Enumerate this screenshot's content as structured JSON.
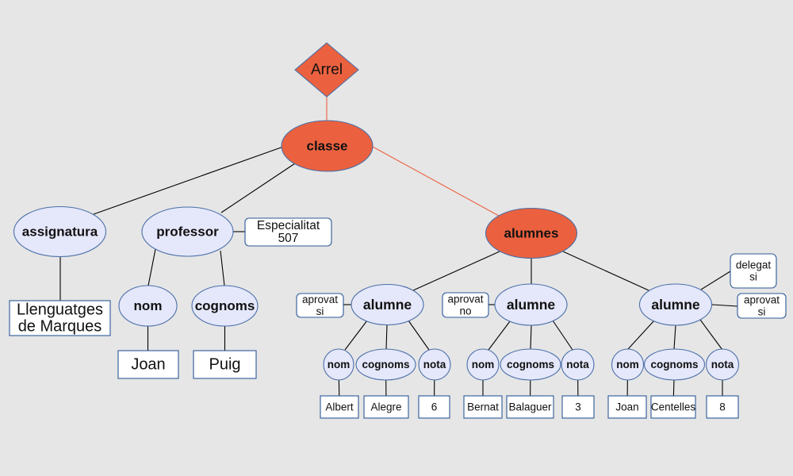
{
  "diagram": {
    "kind": "xml-tree",
    "colors": {
      "background": "#e6e6e6",
      "root_fill": "#eb613f",
      "element_fill": "#e5e7fb",
      "value_fill": "#ffffff",
      "outline": "#4a6fa8",
      "edge": "#000000",
      "root_edge": "#ec6040"
    },
    "nodes": [
      {
        "id": "arrel",
        "type": "root",
        "label": "Arrel"
      },
      {
        "id": "classe",
        "type": "element-root",
        "label": "classe"
      },
      {
        "id": "assignatura",
        "type": "element",
        "label": "assignatura"
      },
      {
        "id": "assignatura-text",
        "type": "text",
        "label": "Llenguatges de Marques",
        "lines": [
          "Llenguatges",
          "de Marques"
        ]
      },
      {
        "id": "professor",
        "type": "element",
        "label": "professor"
      },
      {
        "id": "professor-attr",
        "type": "attribute",
        "label": "Especialitat 507",
        "lines": [
          "Especialitat",
          "507"
        ]
      },
      {
        "id": "professor-nom",
        "type": "element",
        "label": "nom"
      },
      {
        "id": "professor-nom-text",
        "type": "text",
        "label": "Joan",
        "lines": [
          "Joan"
        ]
      },
      {
        "id": "professor-cognoms",
        "type": "element",
        "label": "cognoms"
      },
      {
        "id": "professor-cognoms-text",
        "type": "text",
        "label": "Puig",
        "lines": [
          "Puig"
        ]
      },
      {
        "id": "alumnes",
        "type": "element-root",
        "label": "alumnes"
      },
      {
        "id": "alumne1",
        "type": "element",
        "label": "alumne"
      },
      {
        "id": "alumne1-attr-aprovat",
        "type": "attribute",
        "label": "aprovat si",
        "lines": [
          "aprovat",
          "si"
        ]
      },
      {
        "id": "alumne1-nom",
        "type": "element",
        "label": "nom"
      },
      {
        "id": "alumne1-cognoms",
        "type": "element",
        "label": "cognoms"
      },
      {
        "id": "alumne1-nota",
        "type": "element",
        "label": "nota"
      },
      {
        "id": "alumne1-nom-text",
        "type": "text",
        "label": "Albert",
        "lines": [
          "Albert"
        ]
      },
      {
        "id": "alumne1-cognoms-text",
        "type": "text",
        "label": "Alegre",
        "lines": [
          "Alegre"
        ]
      },
      {
        "id": "alumne1-nota-text",
        "type": "text",
        "label": "6",
        "lines": [
          "6"
        ]
      },
      {
        "id": "alumne2",
        "type": "element",
        "label": "alumne"
      },
      {
        "id": "alumne2-attr-aprovat",
        "type": "attribute",
        "label": "aprovat no",
        "lines": [
          "aprovat",
          "no"
        ]
      },
      {
        "id": "alumne2-nom",
        "type": "element",
        "label": "nom"
      },
      {
        "id": "alumne2-cognoms",
        "type": "element",
        "label": "cognoms"
      },
      {
        "id": "alumne2-nota",
        "type": "element",
        "label": "nota"
      },
      {
        "id": "alumne2-nom-text",
        "type": "text",
        "label": "Bernat",
        "lines": [
          "Bernat"
        ]
      },
      {
        "id": "alumne2-cognoms-text",
        "type": "text",
        "label": "Balaguer",
        "lines": [
          "Balaguer"
        ]
      },
      {
        "id": "alumne2-nota-text",
        "type": "text",
        "label": "3",
        "lines": [
          "3"
        ]
      },
      {
        "id": "alumne3",
        "type": "element",
        "label": "alumne"
      },
      {
        "id": "alumne3-attr-delegat",
        "type": "attribute",
        "label": "delegat si",
        "lines": [
          "delegat",
          "si"
        ]
      },
      {
        "id": "alumne3-attr-aprovat",
        "type": "attribute",
        "label": "aprovat si",
        "lines": [
          "aprovat",
          "si"
        ]
      },
      {
        "id": "alumne3-nom",
        "type": "element",
        "label": "nom"
      },
      {
        "id": "alumne3-cognoms",
        "type": "element",
        "label": "cognoms"
      },
      {
        "id": "alumne3-nota",
        "type": "element",
        "label": "nota"
      },
      {
        "id": "alumne3-nom-text",
        "type": "text",
        "label": "Joan",
        "lines": [
          "Joan"
        ]
      },
      {
        "id": "alumne3-cognoms-text",
        "type": "text",
        "label": "Centelles",
        "lines": [
          "Centelles"
        ]
      },
      {
        "id": "alumne3-nota-text",
        "type": "text",
        "label": "8",
        "lines": [
          "8"
        ]
      }
    ],
    "edges": [
      {
        "from": "arrel",
        "to": "classe",
        "style": "root"
      },
      {
        "from": "classe",
        "to": "assignatura"
      },
      {
        "from": "classe",
        "to": "professor"
      },
      {
        "from": "classe",
        "to": "alumnes",
        "style": "root"
      },
      {
        "from": "assignatura",
        "to": "assignatura-text"
      },
      {
        "from": "professor",
        "to": "professor-attr"
      },
      {
        "from": "professor",
        "to": "professor-nom"
      },
      {
        "from": "professor",
        "to": "professor-cognoms"
      },
      {
        "from": "professor-nom",
        "to": "professor-nom-text"
      },
      {
        "from": "professor-cognoms",
        "to": "professor-cognoms-text"
      },
      {
        "from": "alumnes",
        "to": "alumne1"
      },
      {
        "from": "alumnes",
        "to": "alumne2"
      },
      {
        "from": "alumnes",
        "to": "alumne3"
      },
      {
        "from": "alumne1",
        "to": "alumne1-attr-aprovat"
      },
      {
        "from": "alumne1",
        "to": "alumne1-nom"
      },
      {
        "from": "alumne1",
        "to": "alumne1-cognoms"
      },
      {
        "from": "alumne1",
        "to": "alumne1-nota"
      },
      {
        "from": "alumne1-nom",
        "to": "alumne1-nom-text"
      },
      {
        "from": "alumne1-cognoms",
        "to": "alumne1-cognoms-text"
      },
      {
        "from": "alumne1-nota",
        "to": "alumne1-nota-text"
      },
      {
        "from": "alumne2",
        "to": "alumne2-attr-aprovat"
      },
      {
        "from": "alumne2",
        "to": "alumne2-nom"
      },
      {
        "from": "alumne2",
        "to": "alumne2-cognoms"
      },
      {
        "from": "alumne2",
        "to": "alumne2-nota"
      },
      {
        "from": "alumne2-nom",
        "to": "alumne2-nom-text"
      },
      {
        "from": "alumne2-cognoms",
        "to": "alumne2-cognoms-text"
      },
      {
        "from": "alumne2-nota",
        "to": "alumne2-nota-text"
      },
      {
        "from": "alumne3",
        "to": "alumne3-attr-delegat"
      },
      {
        "from": "alumne3",
        "to": "alumne3-attr-aprovat"
      },
      {
        "from": "alumne3",
        "to": "alumne3-nom"
      },
      {
        "from": "alumne3",
        "to": "alumne3-cognoms"
      },
      {
        "from": "alumne3",
        "to": "alumne3-nota"
      },
      {
        "from": "alumne3-nom",
        "to": "alumne3-nom-text"
      },
      {
        "from": "alumne3-cognoms",
        "to": "alumne3-cognoms-text"
      },
      {
        "from": "alumne3-nota",
        "to": "alumne3-nota-text"
      }
    ]
  }
}
